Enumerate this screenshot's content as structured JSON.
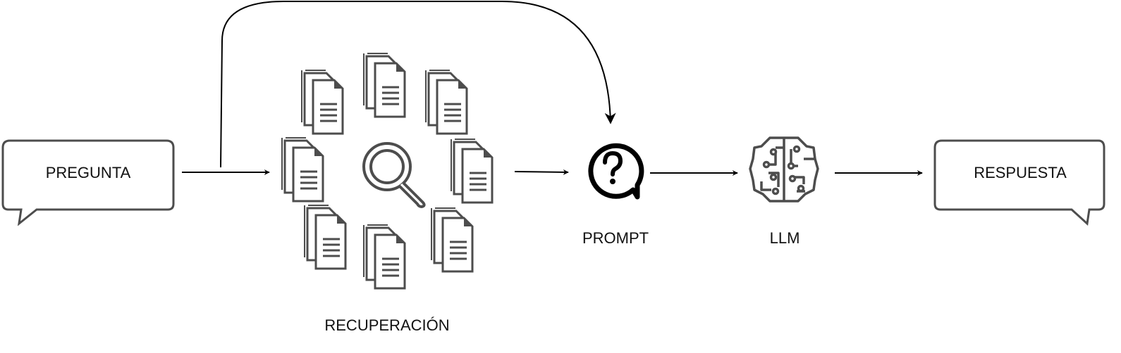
{
  "nodes": {
    "question": {
      "label": "PREGUNTA",
      "icon": "speech-bubble-icon"
    },
    "retrieval": {
      "label": "RECUPERACIÓN",
      "icons": [
        "document-stack-icon",
        "magnifier-icon"
      ]
    },
    "prompt": {
      "label": "PROMPT",
      "icon": "question-chat-icon"
    },
    "llm": {
      "label": "LLM",
      "icon": "brain-circuit-icon"
    },
    "answer": {
      "label": "RESPUESTA",
      "icon": "speech-bubble-icon"
    }
  },
  "edges": [
    {
      "from": "question",
      "to": "retrieval"
    },
    {
      "from": "question",
      "to": "prompt"
    },
    {
      "from": "retrieval",
      "to": "prompt"
    },
    {
      "from": "prompt",
      "to": "llm"
    },
    {
      "from": "llm",
      "to": "answer"
    }
  ],
  "colors": {
    "stroke": "#4d4d4d",
    "arrow": "#000000",
    "text": "#111111"
  }
}
